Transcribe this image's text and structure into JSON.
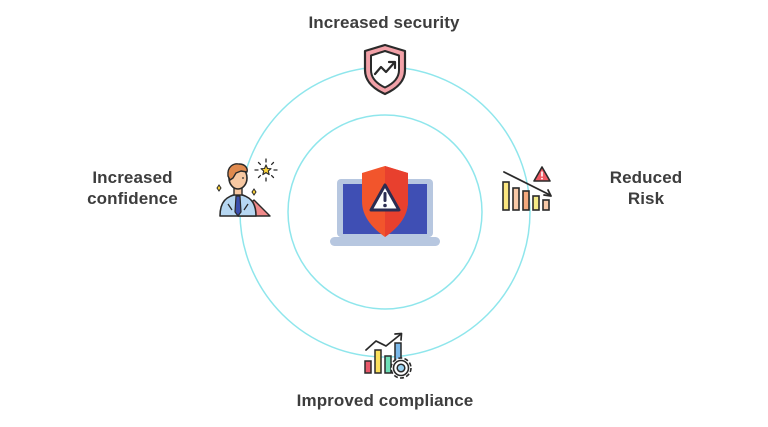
{
  "diagram": {
    "type": "circular-benefits",
    "center": {
      "icon": "laptop-shield-warning-icon",
      "description": "Laptop with orange shield and warning triangle"
    },
    "benefits": [
      {
        "position": "top",
        "label_lines": [
          "Increased security"
        ],
        "icon": "shield-trend-up-icon"
      },
      {
        "position": "right",
        "label_lines": [
          "Reduced",
          "Risk"
        ],
        "icon": "declining-bars-warning-icon"
      },
      {
        "position": "bottom",
        "label_lines": [
          "Improved compliance"
        ],
        "icon": "bar-chart-gear-icon"
      },
      {
        "position": "left",
        "label_lines": [
          "Increased",
          "confidence"
        ],
        "icon": "confident-businessman-icon"
      }
    ],
    "colors": {
      "ring": "#8fe6ec",
      "text": "#3d3d3d",
      "shield_orange": "#f2552c",
      "shield_red": "#e8402e",
      "laptop_screen": "#3f4fb4",
      "laptop_frame": "#b7c7e0",
      "security_pink": "#f2a1a8"
    }
  }
}
